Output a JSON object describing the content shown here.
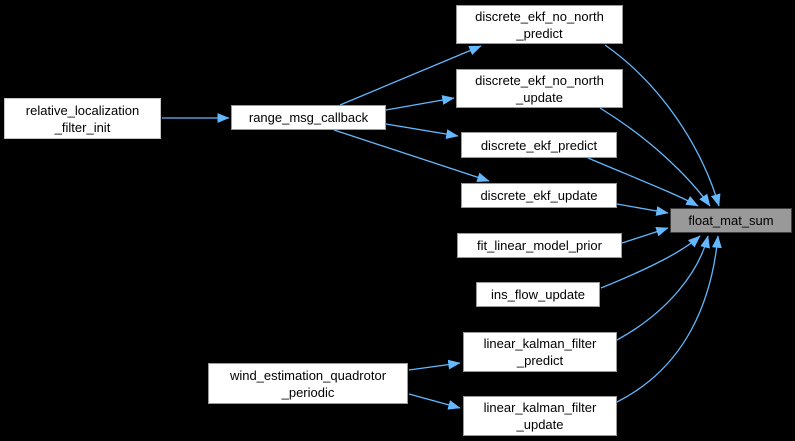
{
  "graph": {
    "type": "call-graph",
    "colors": {
      "background": "#000000",
      "edge": "#63b8ff",
      "node_fill": "#ffffff",
      "node_border": "#9a9a9a",
      "highlight_fill": "#999999",
      "highlight_border": "#3f3f3f",
      "text": "#000000"
    },
    "nodes": [
      {
        "id": "relative_localization_filter_init",
        "line1": "relative_localization",
        "line2": "_filter_init"
      },
      {
        "id": "range_msg_callback",
        "line1": "range_msg_callback"
      },
      {
        "id": "discrete_ekf_no_north_predict",
        "line1": "discrete_ekf_no_north",
        "line2": "_predict"
      },
      {
        "id": "discrete_ekf_no_north_update",
        "line1": "discrete_ekf_no_north",
        "line2": "_update"
      },
      {
        "id": "discrete_ekf_predict",
        "line1": "discrete_ekf_predict"
      },
      {
        "id": "discrete_ekf_update",
        "line1": "discrete_ekf_update"
      },
      {
        "id": "float_mat_sum",
        "line1": "float_mat_sum",
        "highlighted": true
      },
      {
        "id": "fit_linear_model_prior",
        "line1": "fit_linear_model_prior"
      },
      {
        "id": "ins_flow_update",
        "line1": "ins_flow_update"
      },
      {
        "id": "linear_kalman_filter_predict",
        "line1": "linear_kalman_filter",
        "line2": "_predict"
      },
      {
        "id": "wind_estimation_quadrotor_periodic",
        "line1": "wind_estimation_quadrotor",
        "line2": "_periodic"
      },
      {
        "id": "linear_kalman_filter_update",
        "line1": "linear_kalman_filter",
        "line2": "_update"
      }
    ],
    "edges": [
      {
        "from": "relative_localization_filter_init",
        "to": "range_msg_callback"
      },
      {
        "from": "range_msg_callback",
        "to": "discrete_ekf_no_north_predict"
      },
      {
        "from": "range_msg_callback",
        "to": "discrete_ekf_no_north_update"
      },
      {
        "from": "range_msg_callback",
        "to": "discrete_ekf_predict"
      },
      {
        "from": "range_msg_callback",
        "to": "discrete_ekf_update"
      },
      {
        "from": "discrete_ekf_no_north_predict",
        "to": "float_mat_sum"
      },
      {
        "from": "discrete_ekf_no_north_update",
        "to": "float_mat_sum"
      },
      {
        "from": "discrete_ekf_predict",
        "to": "float_mat_sum"
      },
      {
        "from": "discrete_ekf_update",
        "to": "float_mat_sum"
      },
      {
        "from": "fit_linear_model_prior",
        "to": "float_mat_sum"
      },
      {
        "from": "ins_flow_update",
        "to": "float_mat_sum"
      },
      {
        "from": "linear_kalman_filter_predict",
        "to": "float_mat_sum"
      },
      {
        "from": "linear_kalman_filter_update",
        "to": "float_mat_sum"
      },
      {
        "from": "wind_estimation_quadrotor_periodic",
        "to": "linear_kalman_filter_predict"
      },
      {
        "from": "wind_estimation_quadrotor_periodic",
        "to": "linear_kalman_filter_update"
      }
    ]
  }
}
